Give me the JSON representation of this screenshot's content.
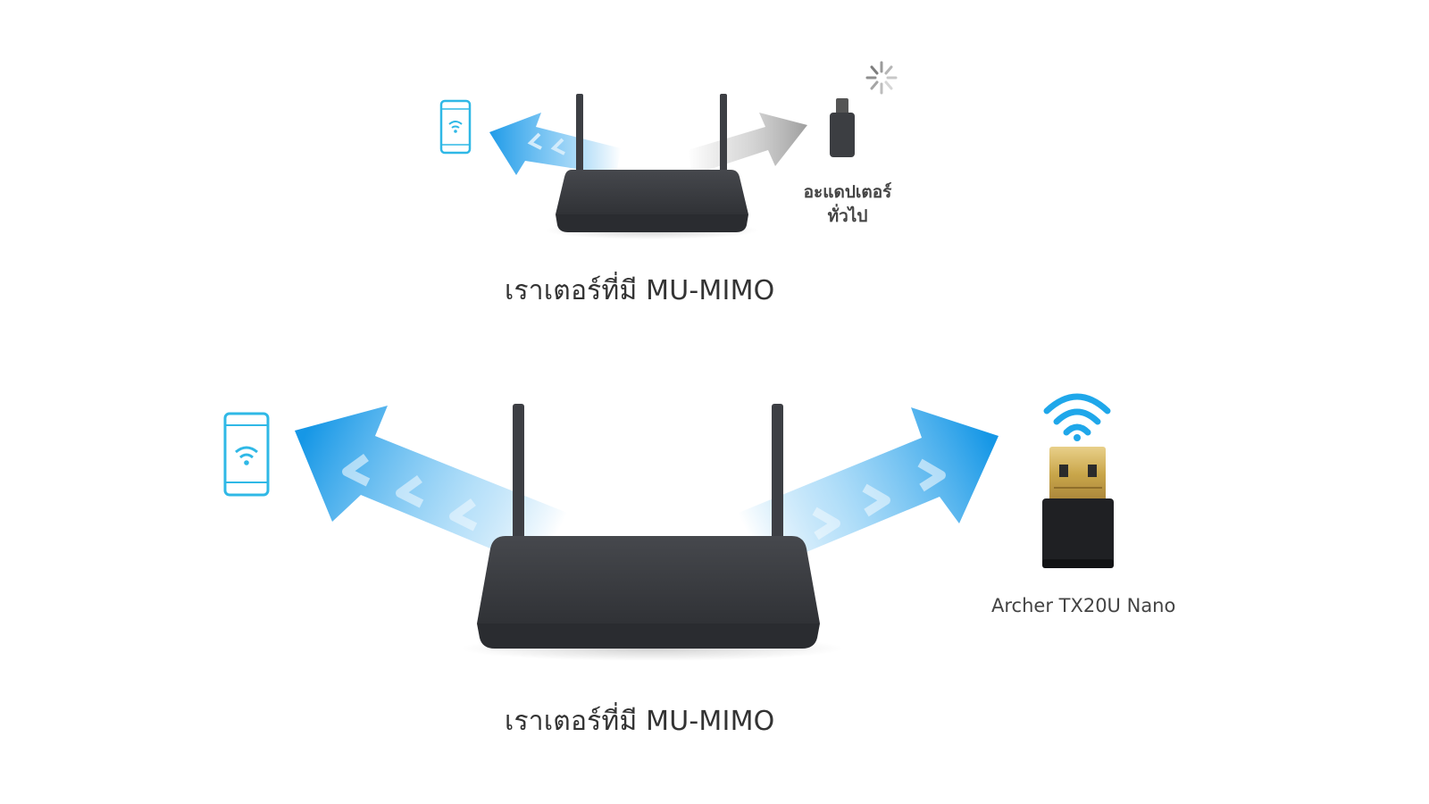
{
  "panels": {
    "top": {
      "caption": "เราเตอร์ที่มี MU-MIMO",
      "adapter_label_line1": "อะแดปเตอร์",
      "adapter_label_line2": "ทั่วไป"
    },
    "bottom": {
      "caption": "เราเตอร์ที่มี MU-MIMO",
      "adapter_label": "Archer TX20U Nano"
    }
  },
  "icons": {
    "phone": "smartphone-wifi-icon",
    "router": "router-icon",
    "generic_adapter": "usb-adapter-icon",
    "nano_adapter": "usb-nano-adapter-icon",
    "loading": "loading-spinner-icon",
    "wifi": "wifi-signal-icon"
  },
  "colors": {
    "beam_blue": "#1f9be8",
    "beam_gray": "#a9a9a9",
    "router_body": "#3b3d41",
    "phone_outline": "#2fb8e6",
    "gold_contacts": "#c9a64a"
  }
}
